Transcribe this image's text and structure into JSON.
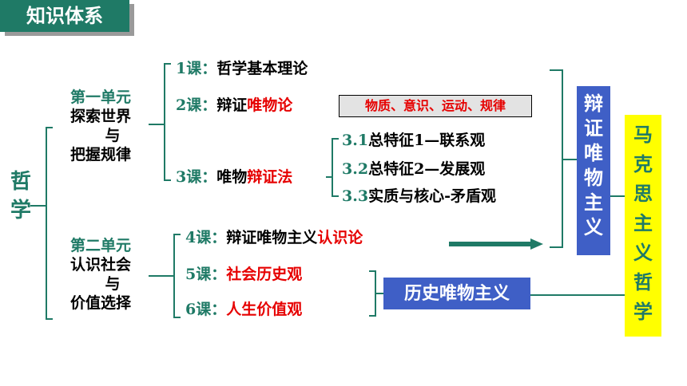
{
  "title": "知识体系",
  "root": "哲学",
  "unit1": {
    "name": "第一单元",
    "line1": "探索世界",
    "line2": "与",
    "line3": "把握规律"
  },
  "unit2": {
    "name": "第二单元",
    "line1": "认识社会",
    "line2": "与",
    "line3": "价值选择"
  },
  "lesson1": {
    "num": "1课：",
    "text": "哲学基本理论"
  },
  "lesson2": {
    "num": "2课：",
    "text_a": "辩证",
    "text_b": "唯物论",
    "note": "物质、意识、运动、规律"
  },
  "lesson3": {
    "num": "3课：",
    "text_a": "唯物",
    "text_b": "辩证法"
  },
  "sub31": {
    "num": "3.1",
    "text": "总特征1—联系观"
  },
  "sub32": {
    "num": "3.2",
    "text": "总特征2—发展观"
  },
  "sub33": {
    "num": "3.3",
    "text": "实质与核心-矛盾观"
  },
  "lesson4": {
    "num": "4课：",
    "text_a": "辩证唯物主义",
    "text_b": "认识论"
  },
  "lesson5": {
    "num": "5课：",
    "text": "社会历史观"
  },
  "lesson6": {
    "num": "6课：",
    "text": "人生价值观"
  },
  "dialectical_materialism": [
    "辩",
    "证",
    "唯",
    "物",
    "主",
    "义"
  ],
  "historical_materialism": "历史唯物主义",
  "marxist_philosophy": [
    "马",
    "克",
    "思",
    "主",
    "义",
    "哲",
    "学"
  ],
  "colors": {
    "green": "#1f7a66",
    "red": "#e60000",
    "blue": "#3f5fc6",
    "yellow": "#ffff00"
  }
}
